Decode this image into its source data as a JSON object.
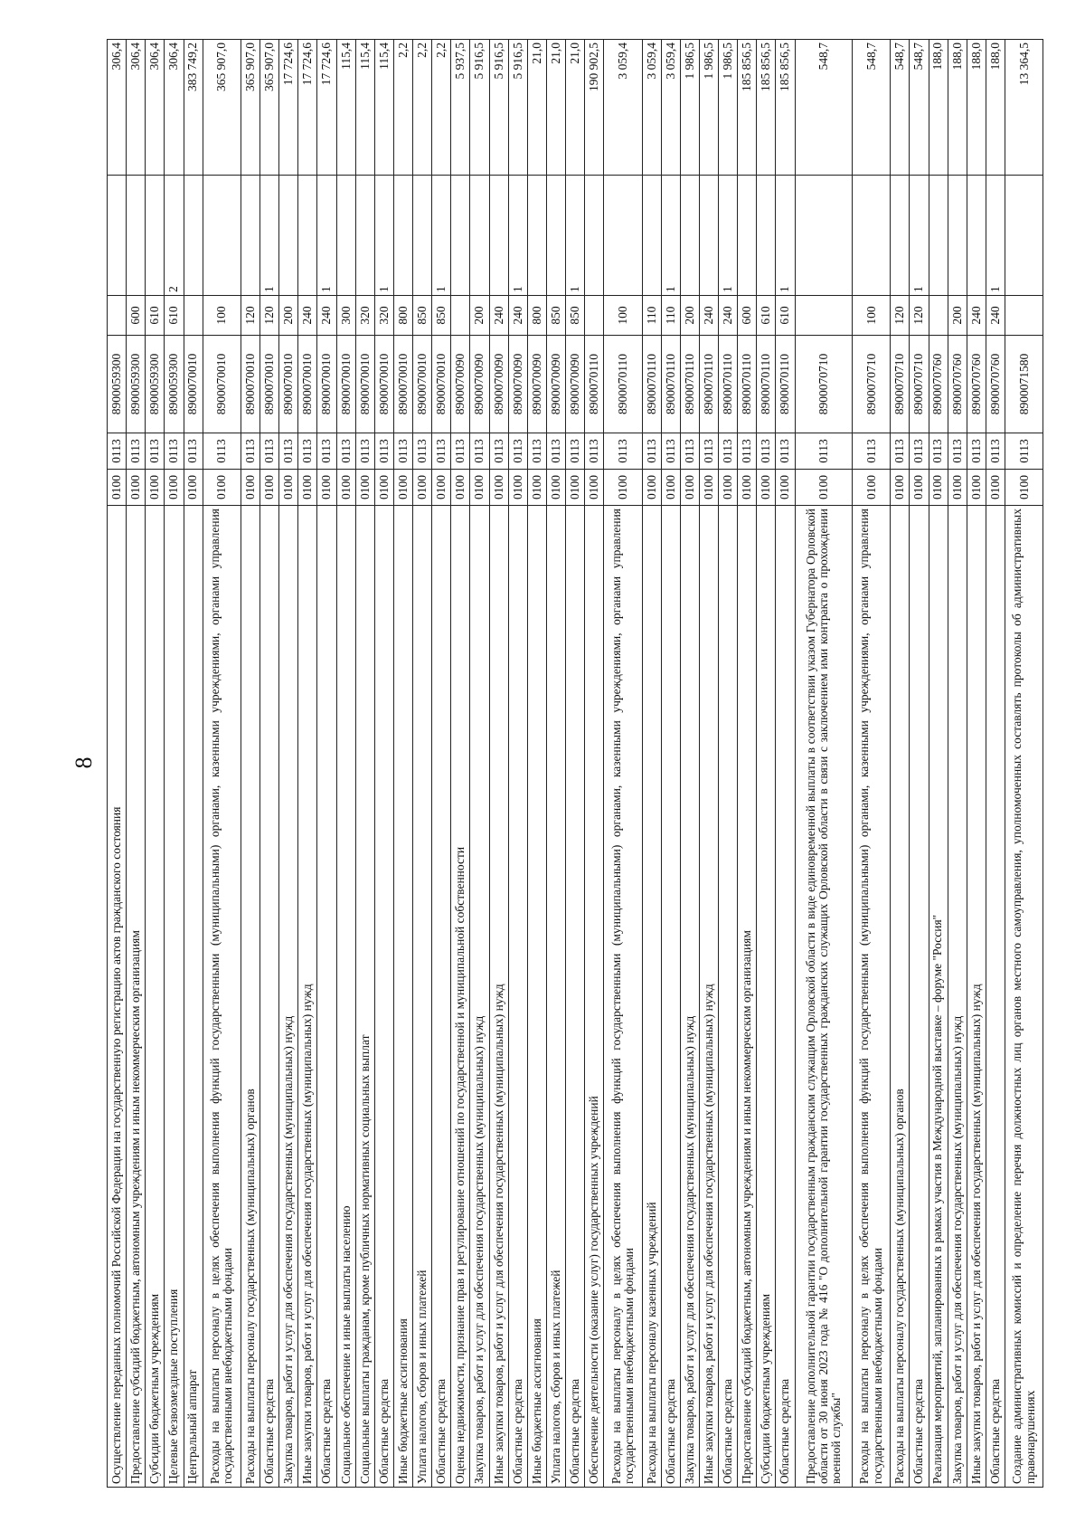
{
  "page_number": "8",
  "rows": [
    {
      "name": "Осуществление переданных полномочий Российской Федерации на государственную регистрацию актов гражданского состояния",
      "rz": "0100",
      "pr": "0113",
      "csr": "8900059300",
      "vr": "",
      "mark": "",
      "amount": "306,4",
      "lines": 1
    },
    {
      "name": "Предоставление субсидий бюджетным, автономным учреждениям и иным некоммерческим организациям",
      "rz": "0100",
      "pr": "0113",
      "csr": "8900059300",
      "vr": "600",
      "mark": "",
      "amount": "306,4",
      "lines": 1
    },
    {
      "name": "Субсидии бюджетным учреждениям",
      "rz": "0100",
      "pr": "0113",
      "csr": "8900059300",
      "vr": "610",
      "mark": "",
      "amount": "306,4",
      "lines": 1
    },
    {
      "name": "Целевые безвозмездные поступления",
      "rz": "0100",
      "pr": "0113",
      "csr": "8900059300",
      "vr": "610",
      "mark": "2",
      "amount": "306,4",
      "lines": 1
    },
    {
      "name": "Центральный аппарат",
      "rz": "0100",
      "pr": "0113",
      "csr": "8900070010",
      "vr": "",
      "mark": "",
      "amount": "383 749,2",
      "lines": 1
    },
    {
      "name": "Расходы на выплаты персоналу в целях обеспечения выполнения функций государственными (муниципальными) органами, казенными учреждениями, органами управления государственными внебюджетными фондами",
      "rz": "0100",
      "pr": "0113",
      "csr": "8900070010",
      "vr": "100",
      "mark": "",
      "amount": "365 907,0",
      "lines": 2
    },
    {
      "name": "Расходы на выплаты персоналу государственных (муниципальных) органов",
      "rz": "0100",
      "pr": "0113",
      "csr": "8900070010",
      "vr": "120",
      "mark": "",
      "amount": "365 907,0",
      "lines": 1
    },
    {
      "name": "Областные средства",
      "rz": "0100",
      "pr": "0113",
      "csr": "8900070010",
      "vr": "120",
      "mark": "1",
      "amount": "365 907,0",
      "lines": 1
    },
    {
      "name": "Закупка товаров, работ и услуг для обеспечения государственных (муниципальных) нужд",
      "rz": "0100",
      "pr": "0113",
      "csr": "8900070010",
      "vr": "200",
      "mark": "",
      "amount": "17 724,6",
      "lines": 1
    },
    {
      "name": "Иные закупки товаров, работ и услуг для обеспечения государственных (муниципальных) нужд",
      "rz": "0100",
      "pr": "0113",
      "csr": "8900070010",
      "vr": "240",
      "mark": "",
      "amount": "17 724,6",
      "lines": 1
    },
    {
      "name": "Областные средства",
      "rz": "0100",
      "pr": "0113",
      "csr": "8900070010",
      "vr": "240",
      "mark": "1",
      "amount": "17 724,6",
      "lines": 1
    },
    {
      "name": "Социальное обеспечение и иные выплаты населению",
      "rz": "0100",
      "pr": "0113",
      "csr": "8900070010",
      "vr": "300",
      "mark": "",
      "amount": "115,4",
      "lines": 1
    },
    {
      "name": "Социальные выплаты гражданам, кроме публичных нормативных социальных выплат",
      "rz": "0100",
      "pr": "0113",
      "csr": "8900070010",
      "vr": "320",
      "mark": "",
      "amount": "115,4",
      "lines": 1
    },
    {
      "name": "Областные средства",
      "rz": "0100",
      "pr": "0113",
      "csr": "8900070010",
      "vr": "320",
      "mark": "1",
      "amount": "115,4",
      "lines": 1
    },
    {
      "name": "Иные бюджетные ассигнования",
      "rz": "0100",
      "pr": "0113",
      "csr": "8900070010",
      "vr": "800",
      "mark": "",
      "amount": "2,2",
      "lines": 1
    },
    {
      "name": "Уплата налогов, сборов и иных платежей",
      "rz": "0100",
      "pr": "0113",
      "csr": "8900070010",
      "vr": "850",
      "mark": "",
      "amount": "2,2",
      "lines": 1
    },
    {
      "name": "Областные средства",
      "rz": "0100",
      "pr": "0113",
      "csr": "8900070010",
      "vr": "850",
      "mark": "1",
      "amount": "2,2",
      "lines": 1
    },
    {
      "name": "Оценка недвижимости, признание прав и регулирование отношений по государственной и муниципальной собственности",
      "rz": "0100",
      "pr": "0113",
      "csr": "8900070090",
      "vr": "",
      "mark": "",
      "amount": "5 937,5",
      "lines": 1
    },
    {
      "name": "Закупка товаров, работ и услуг для обеспечения государственных (муниципальных) нужд",
      "rz": "0100",
      "pr": "0113",
      "csr": "8900070090",
      "vr": "200",
      "mark": "",
      "amount": "5 916,5",
      "lines": 1
    },
    {
      "name": "Иные закупки товаров, работ и услуг для обеспечения государственных (муниципальных) нужд",
      "rz": "0100",
      "pr": "0113",
      "csr": "8900070090",
      "vr": "240",
      "mark": "",
      "amount": "5 916,5",
      "lines": 1
    },
    {
      "name": "Областные средства",
      "rz": "0100",
      "pr": "0113",
      "csr": "8900070090",
      "vr": "240",
      "mark": "1",
      "amount": "5 916,5",
      "lines": 1
    },
    {
      "name": "Иные бюджетные ассигнования",
      "rz": "0100",
      "pr": "0113",
      "csr": "8900070090",
      "vr": "800",
      "mark": "",
      "amount": "21,0",
      "lines": 1
    },
    {
      "name": "Уплата налогов, сборов и иных платежей",
      "rz": "0100",
      "pr": "0113",
      "csr": "8900070090",
      "vr": "850",
      "mark": "",
      "amount": "21,0",
      "lines": 1
    },
    {
      "name": "Областные средства",
      "rz": "0100",
      "pr": "0113",
      "csr": "8900070090",
      "vr": "850",
      "mark": "1",
      "amount": "21,0",
      "lines": 1
    },
    {
      "name": "Обеспечение деятельности (оказание услуг) государственных учреждений",
      "rz": "0100",
      "pr": "0113",
      "csr": "8900070110",
      "vr": "",
      "mark": "",
      "amount": "190 902,5",
      "lines": 1
    },
    {
      "name": "Расходы на выплаты персоналу в целях обеспечения выполнения функций государственными (муниципальными) органами, казенными учреждениями, органами управления государственными внебюджетными фондами",
      "rz": "0100",
      "pr": "0113",
      "csr": "8900070110",
      "vr": "100",
      "mark": "",
      "amount": "3 059,4",
      "lines": 2
    },
    {
      "name": "Расходы на выплаты персоналу казенных учреждений",
      "rz": "0100",
      "pr": "0113",
      "csr": "8900070110",
      "vr": "110",
      "mark": "",
      "amount": "3 059,4",
      "lines": 1
    },
    {
      "name": "Областные средства",
      "rz": "0100",
      "pr": "0113",
      "csr": "8900070110",
      "vr": "110",
      "mark": "1",
      "amount": "3 059,4",
      "lines": 1
    },
    {
      "name": "Закупка товаров, работ и услуг для обеспечения государственных (муниципальных) нужд",
      "rz": "0100",
      "pr": "0113",
      "csr": "8900070110",
      "vr": "200",
      "mark": "",
      "amount": "1 986,5",
      "lines": 1
    },
    {
      "name": "Иные закупки товаров, работ и услуг для обеспечения государственных (муниципальных) нужд",
      "rz": "0100",
      "pr": "0113",
      "csr": "8900070110",
      "vr": "240",
      "mark": "",
      "amount": "1 986,5",
      "lines": 1
    },
    {
      "name": "Областные средства",
      "rz": "0100",
      "pr": "0113",
      "csr": "8900070110",
      "vr": "240",
      "mark": "1",
      "amount": "1 986,5",
      "lines": 1
    },
    {
      "name": "Предоставление субсидий бюджетным, автономным учреждениям и иным некоммерческим организациям",
      "rz": "0100",
      "pr": "0113",
      "csr": "8900070110",
      "vr": "600",
      "mark": "",
      "amount": "185 856,5",
      "lines": 1
    },
    {
      "name": "Субсидии бюджетным учреждениям",
      "rz": "0100",
      "pr": "0113",
      "csr": "8900070110",
      "vr": "610",
      "mark": "",
      "amount": "185 856,5",
      "lines": 1
    },
    {
      "name": "Областные средства",
      "rz": "0100",
      "pr": "0113",
      "csr": "8900070110",
      "vr": "610",
      "mark": "1",
      "amount": "185 856,5",
      "lines": 1
    },
    {
      "name": "Предоставление дополнительной гарантии государственным гражданским служащим Орловской области в виде единовременной выплаты в соответствии указом Губернатора Орловской области от 30 июня 2023 года № 416 \"О дополнительной гарантии государственных гражданских служащих Орловской области в связи с заключением ими контракта о прохождении военной службы\"",
      "rz": "0100",
      "pr": "0113",
      "csr": "8900070710",
      "vr": "",
      "mark": "",
      "amount": "548,7",
      "lines": 3
    },
    {
      "name": "Расходы на выплаты персоналу в целях обеспечения выполнения функций государственными (муниципальными) органами, казенными учреждениями, органами управления государственными внебюджетными фондами",
      "rz": "0100",
      "pr": "0113",
      "csr": "8900070710",
      "vr": "100",
      "mark": "",
      "amount": "548,7",
      "lines": 2
    },
    {
      "name": "Расходы на выплаты персоналу государственных (муниципальных) органов",
      "rz": "0100",
      "pr": "0113",
      "csr": "8900070710",
      "vr": "120",
      "mark": "",
      "amount": "548,7",
      "lines": 1
    },
    {
      "name": "Областные средства",
      "rz": "0100",
      "pr": "0113",
      "csr": "8900070710",
      "vr": "120",
      "mark": "1",
      "amount": "548,7",
      "lines": 1
    },
    {
      "name": "Реализация мероприятий, запланированных в рамках участия в Международной выставке – форуме \"Россия\"",
      "rz": "0100",
      "pr": "0113",
      "csr": "8900070760",
      "vr": "",
      "mark": "",
      "amount": "188,0",
      "lines": 1
    },
    {
      "name": "Закупка товаров, работ и услуг для обеспечения государственных (муниципальных) нужд",
      "rz": "0100",
      "pr": "0113",
      "csr": "8900070760",
      "vr": "200",
      "mark": "",
      "amount": "188,0",
      "lines": 1
    },
    {
      "name": "Иные закупки товаров, работ и услуг для обеспечения государственных (муниципальных) нужд",
      "rz": "0100",
      "pr": "0113",
      "csr": "8900070760",
      "vr": "240",
      "mark": "",
      "amount": "188,0",
      "lines": 1
    },
    {
      "name": "Областные средства",
      "rz": "0100",
      "pr": "0113",
      "csr": "8900070760",
      "vr": "240",
      "mark": "1",
      "amount": "188,0",
      "lines": 1
    },
    {
      "name": "Создание административных комиссий и определение перечня должностных лиц органов местного самоуправления, уполномоченных составлять протоколы об административных правонарушениях",
      "rz": "0100",
      "pr": "0113",
      "csr": "8900071580",
      "vr": "",
      "mark": "",
      "amount": "13 364,5",
      "lines": 2
    }
  ]
}
